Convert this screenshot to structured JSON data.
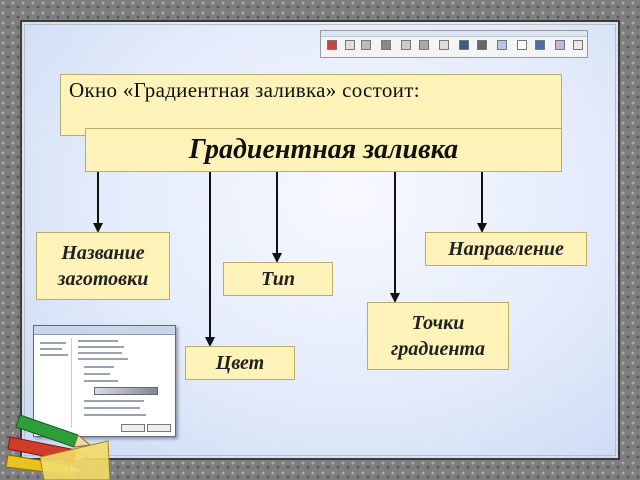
{
  "slide": {
    "intro_text": "Окно «Градиентная  заливка» состоит:",
    "main_title": "Градиентная  заливка"
  },
  "labels": {
    "preset_name": "Название заготовки",
    "direction": "Направление",
    "type": "Тип",
    "gradient_points": "Точки градиента",
    "color": "Цвет"
  }
}
